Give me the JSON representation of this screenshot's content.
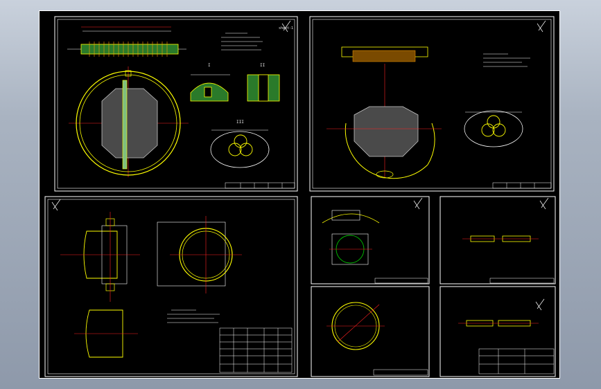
{
  "app": {
    "workspace": "CAD drawing viewer",
    "background": "#b2bccb"
  },
  "colors": {
    "canvas": "#000000",
    "sheet_border": "#ffffff",
    "yellow": "#ffff00",
    "green": "#00c000",
    "red": "#ff2020",
    "magenta": "#ff00ff",
    "white": "#e8e8e8"
  },
  "sheets": [
    {
      "id": "sheet-1",
      "title": "tube-sheet-assembly",
      "icon": "north-arrow-icon"
    },
    {
      "id": "sheet-2",
      "title": "tube-bundle-layout",
      "icon": "north-arrow-icon"
    },
    {
      "id": "sheet-3",
      "title": "shell-and-flange",
      "icon": "north-arrow-icon"
    },
    {
      "id": "sheet-4",
      "title": "saddle-detail",
      "icon": "north-arrow-icon"
    },
    {
      "id": "sheet-5",
      "title": "tie-rod-detail",
      "icon": "north-arrow-icon"
    },
    {
      "id": "sheet-6",
      "title": "baffle-detail",
      "icon": "north-arrow-icon"
    },
    {
      "id": "sheet-7",
      "title": "rod-detail",
      "icon": "north-arrow-icon"
    }
  ],
  "detail_markers": {
    "section_a": "I",
    "section_b": "II",
    "section_c": "III"
  }
}
